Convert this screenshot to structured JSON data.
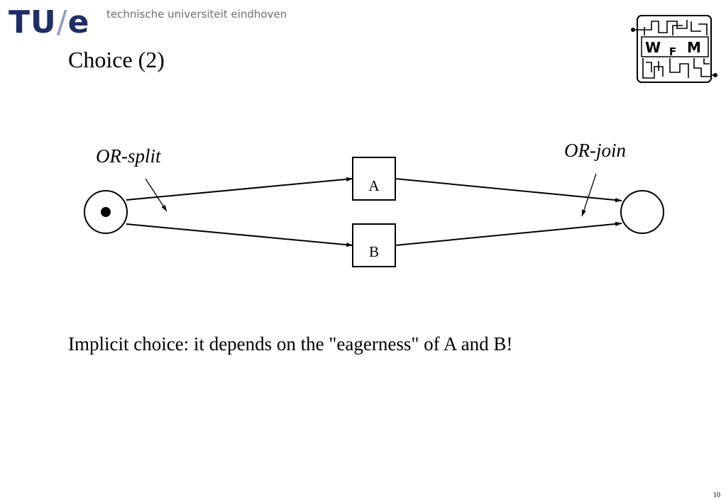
{
  "header": {
    "logo_tu": "TU",
    "logo_slash": "/",
    "logo_e": "e",
    "university": "technische universiteit eindhoven",
    "wfm_logo": {
      "letters": [
        "W",
        "F",
        "M"
      ]
    }
  },
  "slide": {
    "title": "Choice (2)",
    "caption": "Implicit choice: it depends on the \"eagerness\" of A and B!",
    "page_number": "10"
  },
  "diagram": {
    "nodes": [
      {
        "id": "p1",
        "kind": "place",
        "token": true,
        "label": ""
      },
      {
        "id": "A",
        "kind": "transition",
        "label": "A"
      },
      {
        "id": "B",
        "kind": "transition",
        "label": "B"
      },
      {
        "id": "p2",
        "kind": "place",
        "token": false,
        "label": ""
      }
    ],
    "arcs": [
      {
        "from": "p1",
        "to": "A"
      },
      {
        "from": "p1",
        "to": "B"
      },
      {
        "from": "A",
        "to": "p2"
      },
      {
        "from": "B",
        "to": "p2"
      }
    ],
    "annotations": [
      {
        "text": "OR-split",
        "points_to": "p1"
      },
      {
        "text": "OR-join",
        "points_to": "p2"
      }
    ]
  },
  "colors": {
    "tue_blue": "#1f2d69",
    "tue_light": "#8f9cc1",
    "ink": "#000000"
  }
}
